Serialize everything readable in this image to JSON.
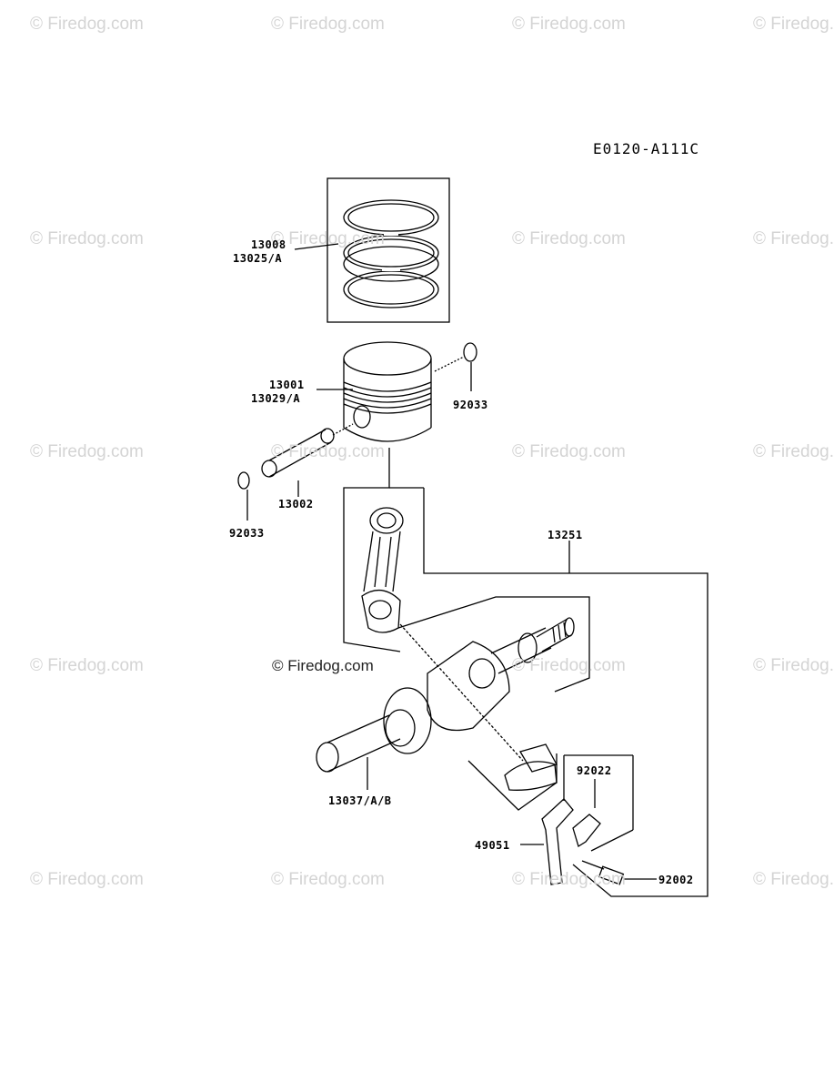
{
  "diagram_code": "E0120-A111C",
  "watermark": "© Firedog.com",
  "center_watermark": "© Firedog.com",
  "parts": {
    "piston_ring_set": "13008",
    "piston_ring_set_alt": "13025/A",
    "piston": "13001",
    "piston_alt": "13029/A",
    "circlip_right": "92033",
    "piston_pin": "13002",
    "circlip_left": "92033",
    "connecting_rod_assy": "13251",
    "crankshaft": "13037/A/B",
    "plate": "92022",
    "oil_dipper": "49051",
    "bolt": "92002"
  }
}
